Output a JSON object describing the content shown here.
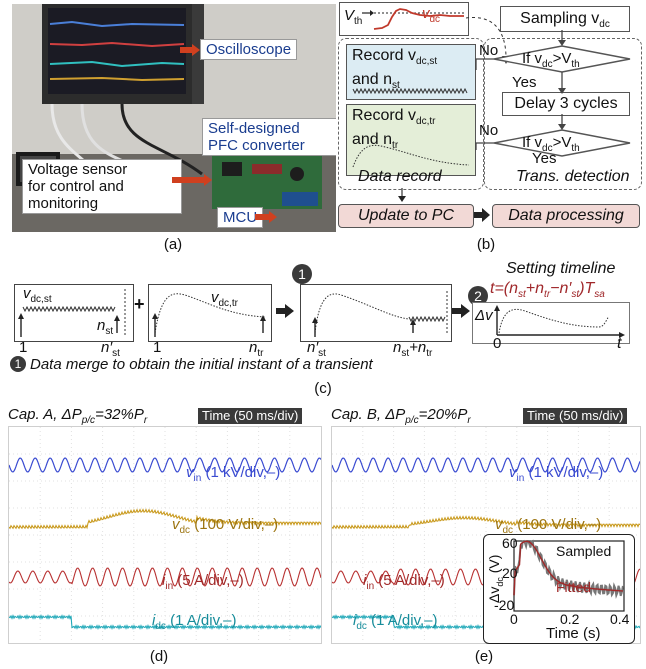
{
  "panel_a": {
    "label": "(a)",
    "callouts": {
      "oscilloscope": "Oscilloscope",
      "pfc_line1": "Self-designed",
      "pfc_line2": "PFC converter",
      "sensor_line1": "Voltage sensor",
      "sensor_line2": "for control and",
      "sensor_line3": "monitoring",
      "mcu": "MCU"
    }
  },
  "panel_b": {
    "label": "(b)",
    "vth": "V",
    "vth_sub": "th",
    "vdc": "v",
    "vdc_sub": "dc",
    "sampling": "Sampling v",
    "sampling_sub": "dc",
    "record_st_line1": "Record v",
    "record_st_sub": "dc,st",
    "record_st_line2": "and n",
    "record_st_sub2": "st",
    "record_tr_line1": "Record v",
    "record_tr_sub": "dc,tr",
    "record_tr_line2": "and n",
    "record_tr_sub2": "tr",
    "cond1": "If v",
    "cond_sub": "dc",
    "cond_rest": ">V",
    "cond_sub2": "th",
    "delay": "Delay 3 cycles",
    "yes": "Yes",
    "no": "No",
    "data_record": "Data record",
    "trans_detection": "Trans. detection",
    "update": "Update to PC",
    "processing": "Data processing"
  },
  "panel_c": {
    "label": "(c)",
    "vdc_st": "v",
    "vdc_st_sub": "dc,st",
    "vdc_tr": "v",
    "vdc_tr_sub": "dc,tr",
    "one": "1",
    "n_st": "n",
    "n_st_sub": "st",
    "n_prime_st": "n′",
    "n_tr": "n",
    "n_tr_sub": "tr",
    "plus": "+",
    "n_st_plus": "n",
    "timeline_title": "Setting timeline",
    "timeline_formula": "t=(n",
    "formula_rest1": "st",
    "formula_rest2": "+n",
    "formula_rest3": "tr",
    "formula_rest4": "−n′",
    "formula_rest5": "st",
    "formula_rest6": ")T",
    "formula_rest7": "sa",
    "delta_v": "Δv",
    "zero": "0",
    "t": "t",
    "merge_note": "Data merge to obtain the initial instant of a transient",
    "badge1": "1",
    "badge2": "2"
  },
  "panel_d": {
    "label": "(d)",
    "title": "Cap. A, ΔP",
    "title_sub": "p/c",
    "title_rest": "=32%P",
    "title_sub2": "r",
    "time": "Time (50 ms/div)",
    "vin": "v",
    "vin_sub": "in",
    "vin_scale": " (1 kV/div,–)",
    "vdc": "v",
    "vdc_sub": "dc",
    "vdc_scale": " (100 V/div,–)",
    "iin": "i",
    "iin_sub": "in",
    "iin_scale": " (5 A/div,–)",
    "idc": "i",
    "idc_sub": "dc",
    "idc_scale": " (1 A/div,–)"
  },
  "panel_e": {
    "label": "(e)",
    "title": "Cap. B, ΔP",
    "title_sub": "p/c",
    "title_rest": "=20%P",
    "title_sub2": "r",
    "time": "Time (50 ms/div)",
    "vin": "v",
    "vin_sub": "in",
    "vin_scale": " (1 kV/div,–)",
    "vdc": "v",
    "vdc_sub": "dc",
    "vdc_scale": " (100 V/div,–)",
    "iin": "i",
    "iin_sub": "in",
    "iin_scale": " (5 A/div,–)",
    "idc": "i",
    "idc_sub": "dc",
    "idc_scale": " (1 A/div,–)",
    "inset": {
      "ylabel": "Δv",
      "ylabel_sub": "dc",
      "ylabel_unit": " (V)",
      "xlabel": "Time (s)",
      "yticks": [
        "60",
        "20",
        "-20"
      ],
      "xticks": [
        "0",
        "0.2",
        "0.4"
      ],
      "legend_sampled": "Sampled",
      "legend_fitted": "Fitted"
    }
  },
  "colors": {
    "vin": "#3a4bd1",
    "vdc": "#c99a1e",
    "iin": "#b83232",
    "idc": "#1fa8b8",
    "accent_red": "#c0392b",
    "record_st_bg": "#dcecf3",
    "record_tr_bg": "#e4eed8",
    "pink": "#f2d9d6"
  }
}
